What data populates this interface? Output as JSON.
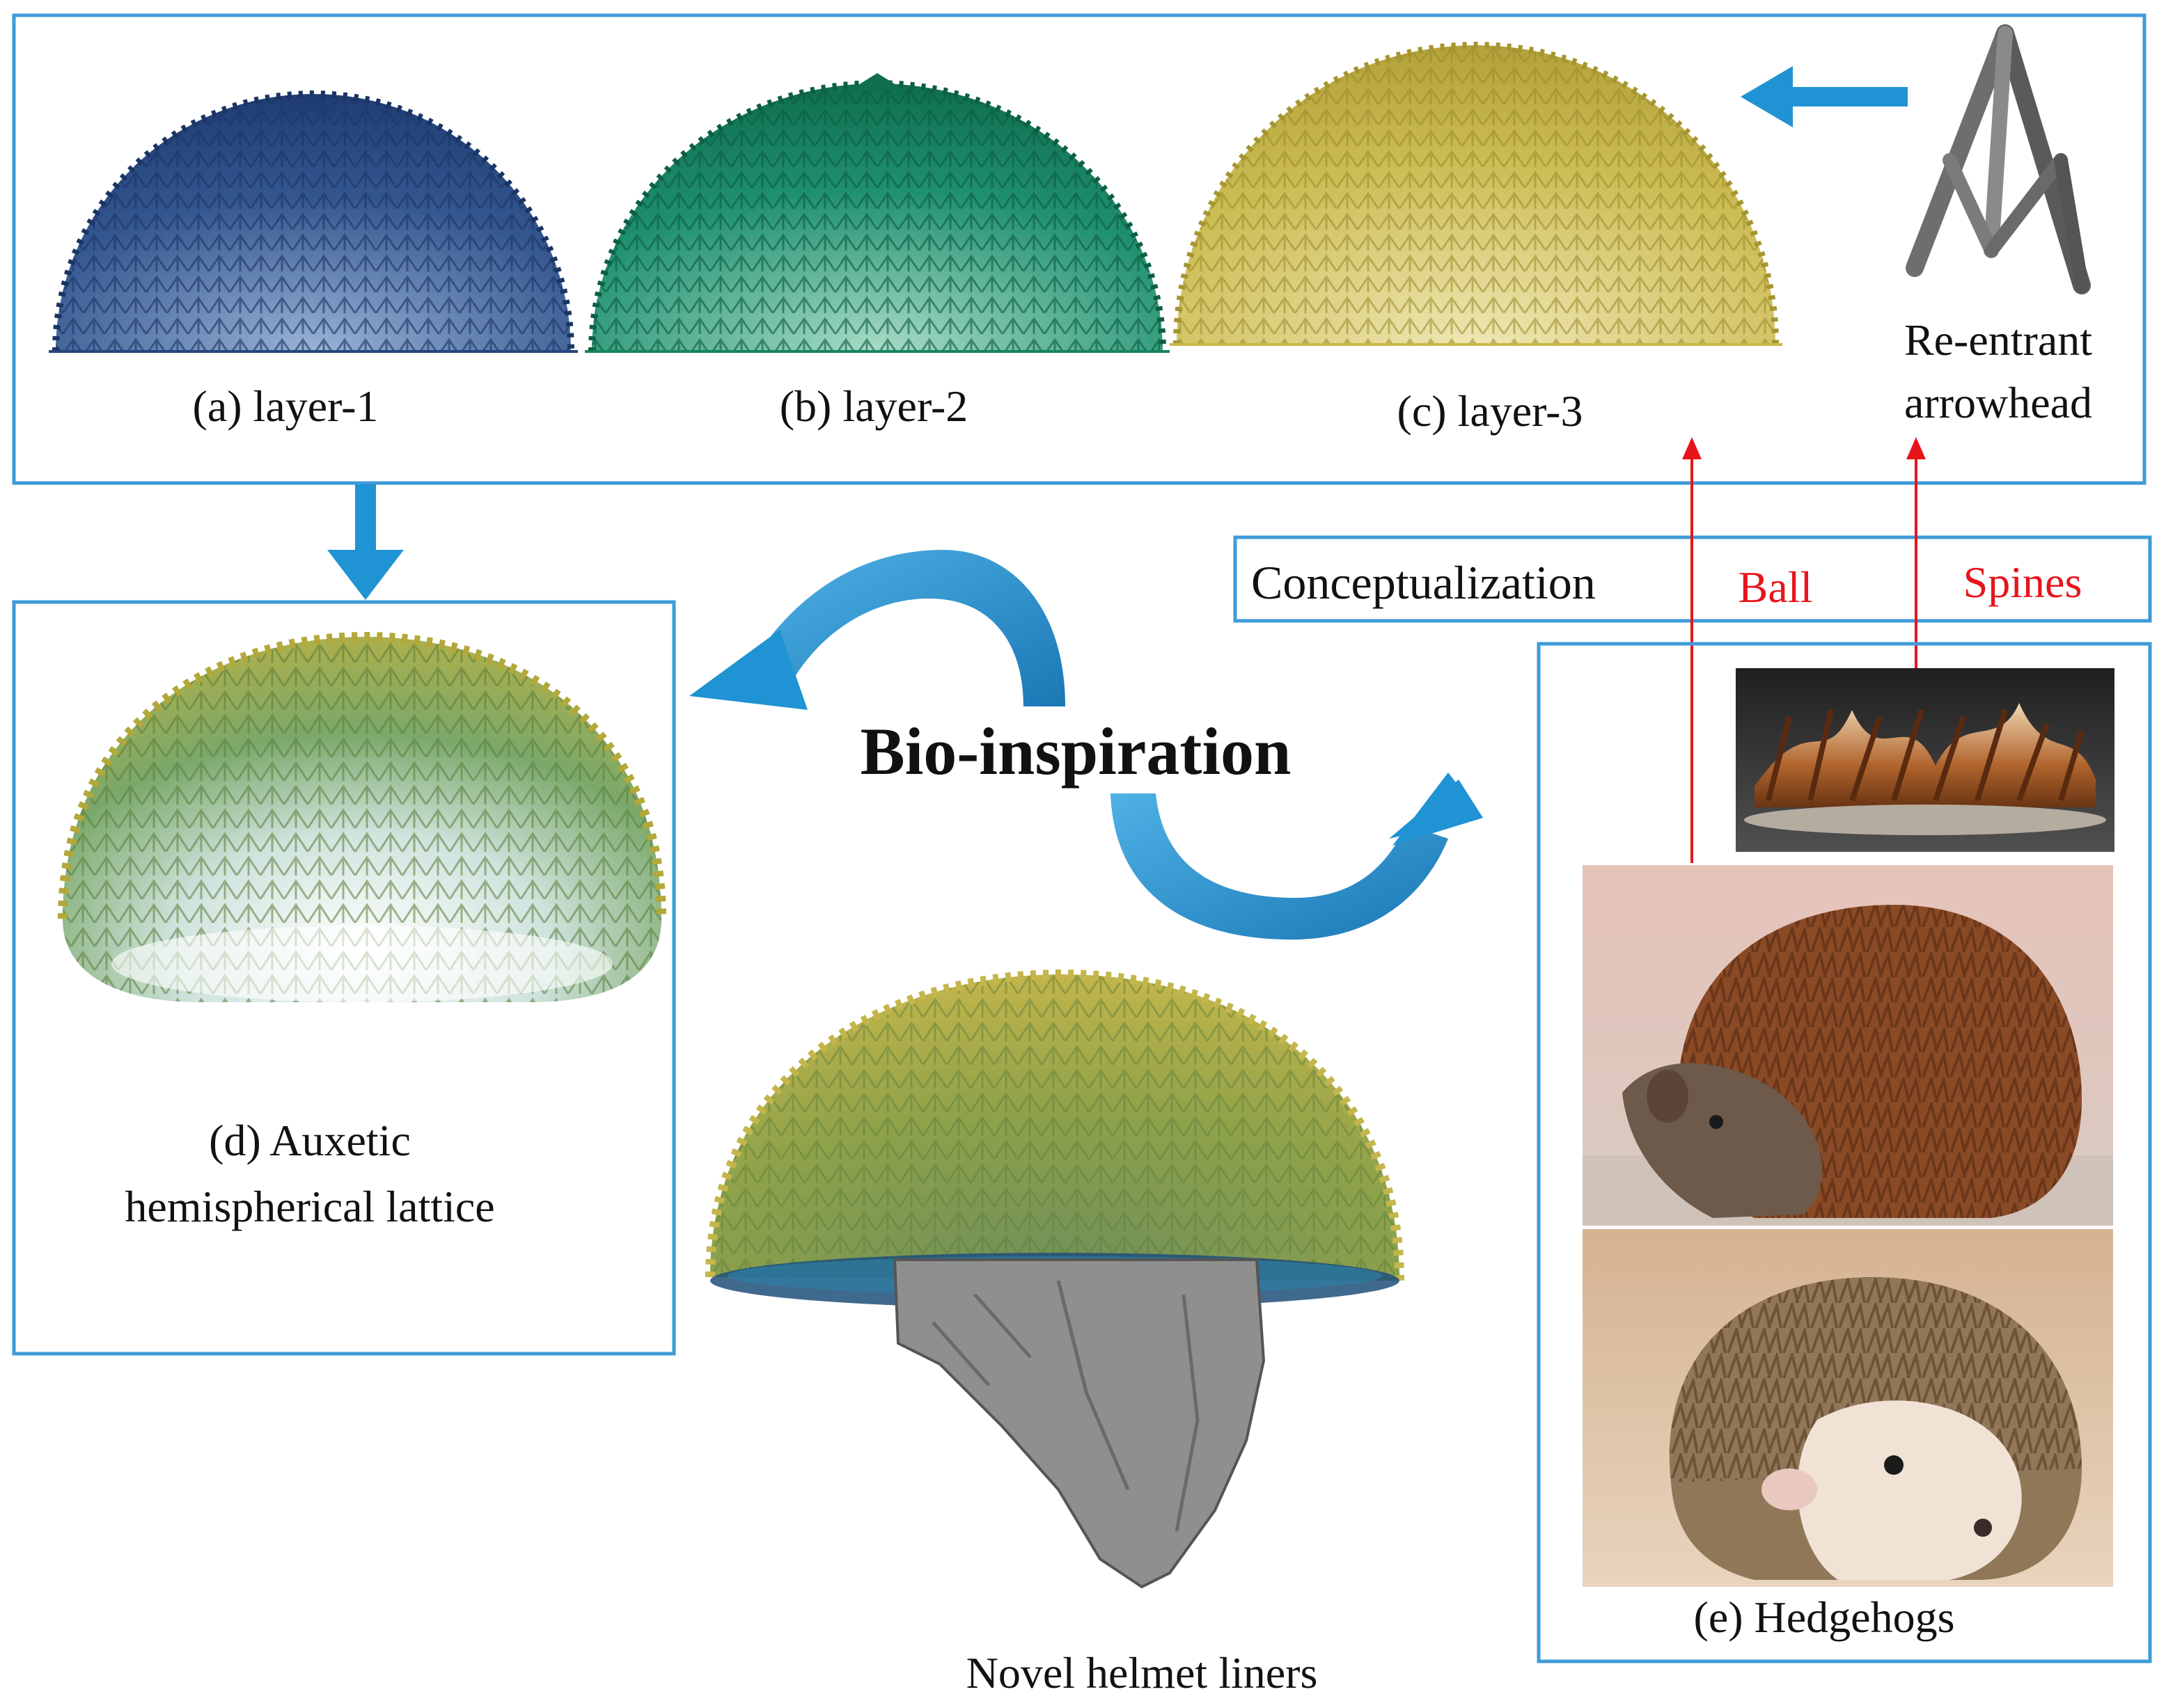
{
  "labels": {
    "layer1": "(a) layer-1",
    "layer2": "(b) layer-2",
    "layer3": "(c) layer-3",
    "reentrant_line1": "Re-entrant",
    "reentrant_line2": "arrowhead",
    "auxetic_line1": "(d) Auxetic",
    "auxetic_line2": "hemispherical lattice",
    "bio": "Bio-inspiration",
    "conceptualization": "Conceptualization",
    "ball": "Ball",
    "spines": "Spines",
    "hedgehogs": "(e) Hedgehogs",
    "helmet": "Novel helmet liners"
  },
  "colors": {
    "frame_blue": "#3e9bd9",
    "arrow_blue": "#1f93d3",
    "link_red": "#e8141b",
    "layer1": "#24467e",
    "layer2": "#17845f",
    "layer3": "#c8b748",
    "helmet_face": "#8f8f8f",
    "hedgehog_brown": "#8a4a25",
    "hedgehog_tan": "#c9b191"
  },
  "icons": {
    "arrowhead": "re-entrant-arrowhead-icon",
    "cycle": "bio-inspiration-cycle-arrows"
  }
}
